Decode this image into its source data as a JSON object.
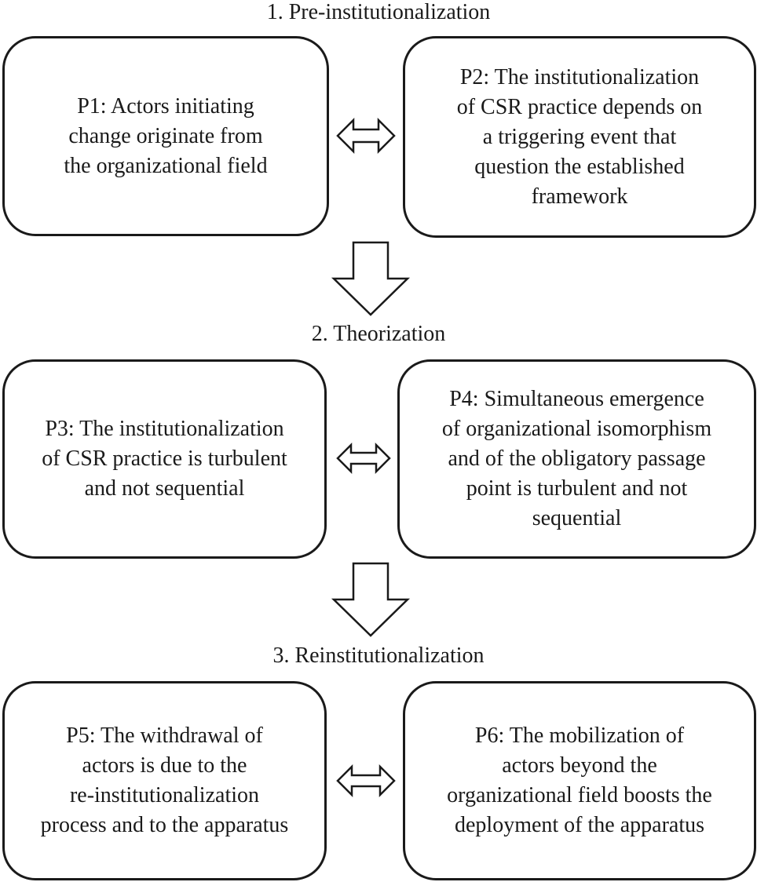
{
  "stages": [
    {
      "title": "1. Pre-institutionalization",
      "left_box": "P1: Actors initiating\nchange originate from\nthe organizational field",
      "right_box": "P2: The institutionalization\nof CSR practice depends on\na triggering event that\nquestion the established\nframework",
      "connector_icon": "double-headed-arrow-icon"
    },
    {
      "title": "2. Theorization",
      "left_box": "P3: The institutionalization\nof CSR practice is turbulent\nand not sequential",
      "right_box": "P4: Simultaneous emergence\nof organizational isomorphism\nand of the obligatory passage\npoint is turbulent and not\nsequential",
      "connector_icon": "double-headed-arrow-icon"
    },
    {
      "title": "3. Reinstitutionalization",
      "left_box": "P5: The withdrawal of\nactors is due to the\nre-institutionalization\nprocess and to the apparatus",
      "right_box": "P6: The mobilization of\nactors beyond the\norganizational field boosts the\ndeployment of the apparatus",
      "connector_icon": "double-headed-arrow-icon"
    }
  ],
  "flow_icon": "down-arrow-icon"
}
